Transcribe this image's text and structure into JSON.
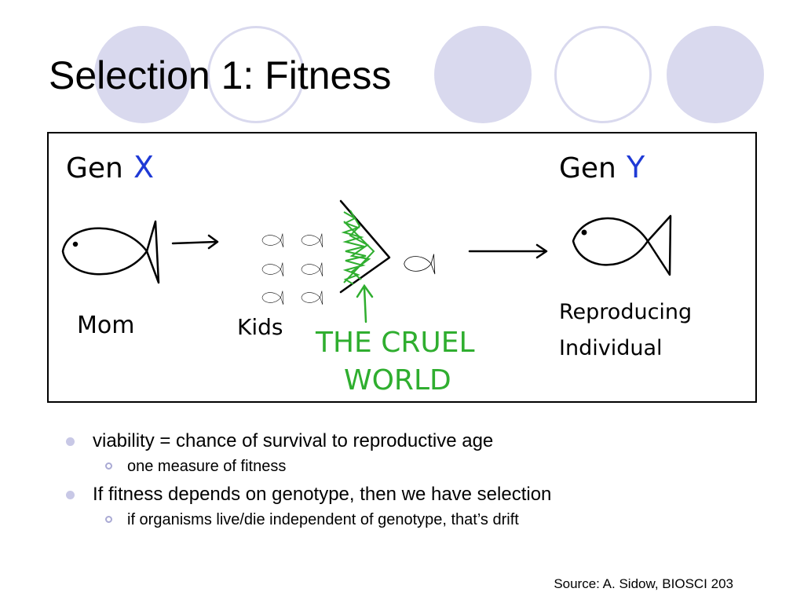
{
  "slide": {
    "title": "Selection 1:  Fitness",
    "source": "Source: A. Sidow, BIOSCI 203"
  },
  "figure": {
    "gen_x_prefix": "Gen",
    "gen_x_letter": "X",
    "gen_y_prefix": "Gen",
    "gen_y_letter": "Y",
    "mom_label": "Mom",
    "kids_label": "Kids",
    "cruel_line1": "THE CRUEL",
    "cruel_line2": "WORLD",
    "reproducing_line1": "Reproducing",
    "reproducing_line2": "Individual",
    "colors": {
      "ink": "#000000",
      "blue": "#1f3ad6",
      "green": "#2fae2f"
    }
  },
  "bullets": [
    {
      "text": "viability = chance of survival to reproductive age",
      "sub": "one measure of fitness"
    },
    {
      "text": "If fitness depends on genotype, then we have selection",
      "sub": "if organisms live/die independent of genotype, that’s drift"
    }
  ],
  "theme": {
    "accent": "#d9d9ee"
  }
}
